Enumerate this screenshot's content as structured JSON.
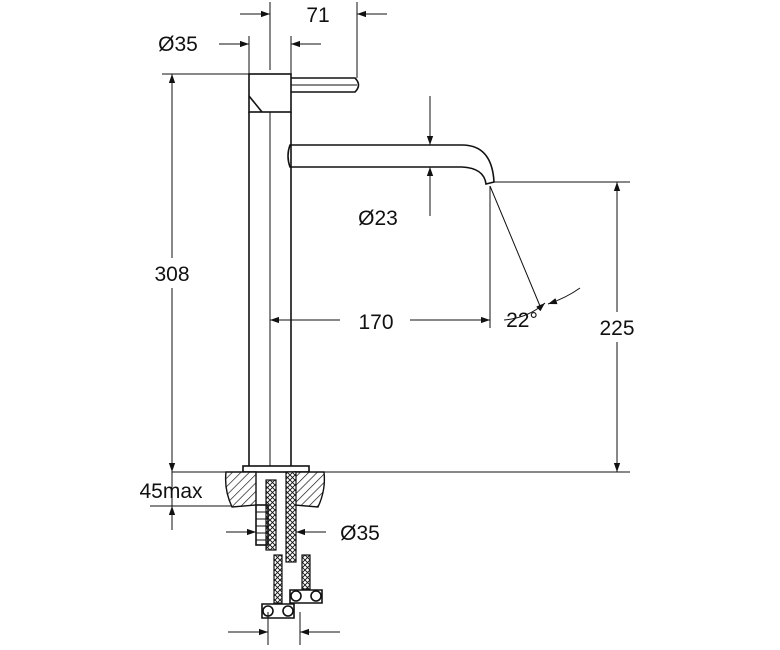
{
  "dimensions": {
    "lever_offset": "71",
    "body_diameter": "Ø35",
    "spout_diameter": "Ø23",
    "total_height": "308",
    "spout_reach": "170",
    "outlet_angle": "22°",
    "outlet_height": "225",
    "max_deck_thickness": "45max",
    "shank_diameter": "Ø35"
  },
  "colors": {
    "line": "#111111",
    "background": "#ffffff"
  }
}
